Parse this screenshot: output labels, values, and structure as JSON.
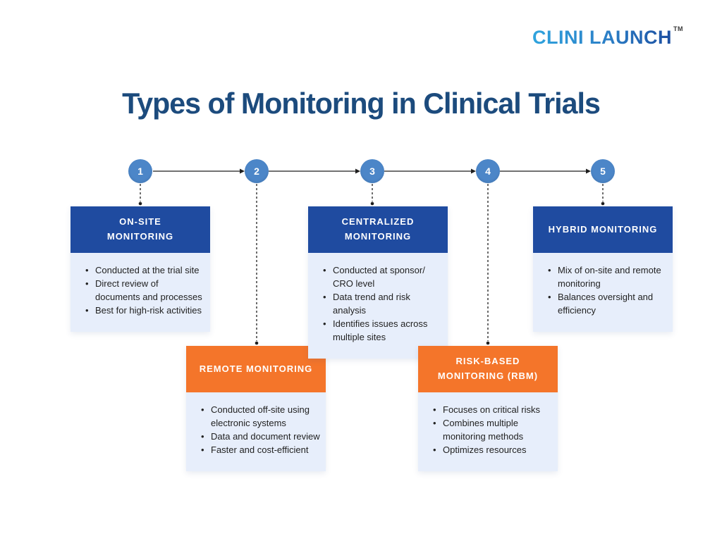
{
  "logo": {
    "text": "CLINI LAUNCH",
    "tm": "TM"
  },
  "title": "Types of Monitoring in Clinical Trials",
  "steps": [
    "1",
    "2",
    "3",
    "4",
    "5"
  ],
  "cards": [
    {
      "step": "1",
      "title": "ON-SITE\nMONITORING",
      "theme": "blue",
      "bullets": [
        "Conducted at the trial site",
        "Direct review of documents and processes",
        "Best for high-risk activities"
      ]
    },
    {
      "step": "2",
      "title": "REMOTE MONITORING",
      "theme": "orange",
      "bullets": [
        "Conducted off-site using electronic systems",
        "Data and document review",
        "Faster and cost-efficient"
      ]
    },
    {
      "step": "3",
      "title": "CENTRALIZED\nMONITORING",
      "theme": "blue",
      "bullets": [
        "Conducted at sponsor/\nCRO level",
        "Data trend and risk analysis",
        "Identifies issues across multiple sites"
      ]
    },
    {
      "step": "4",
      "title": "RISK-BASED\nMONITORING (RBM)",
      "theme": "orange",
      "bullets": [
        "Focuses on critical risks",
        "Combines multiple monitoring methods",
        "Optimizes resources"
      ]
    },
    {
      "step": "5",
      "title": "HYBRID MONITORING",
      "theme": "blue",
      "bullets": [
        "Mix of on-site and remote monitoring",
        "Balances oversight and efficiency"
      ]
    }
  ],
  "colors": {
    "header_blue": "#1F4BA0",
    "header_orange": "#F4752A",
    "circle_blue": "#4C86C8",
    "card_body_bg": "#E7EEFB",
    "title_navy": "#1C4B7D",
    "logo_gradient_start": "#2FA4DE",
    "logo_gradient_end": "#1D4FA1",
    "connector": "#1f1f1f"
  }
}
